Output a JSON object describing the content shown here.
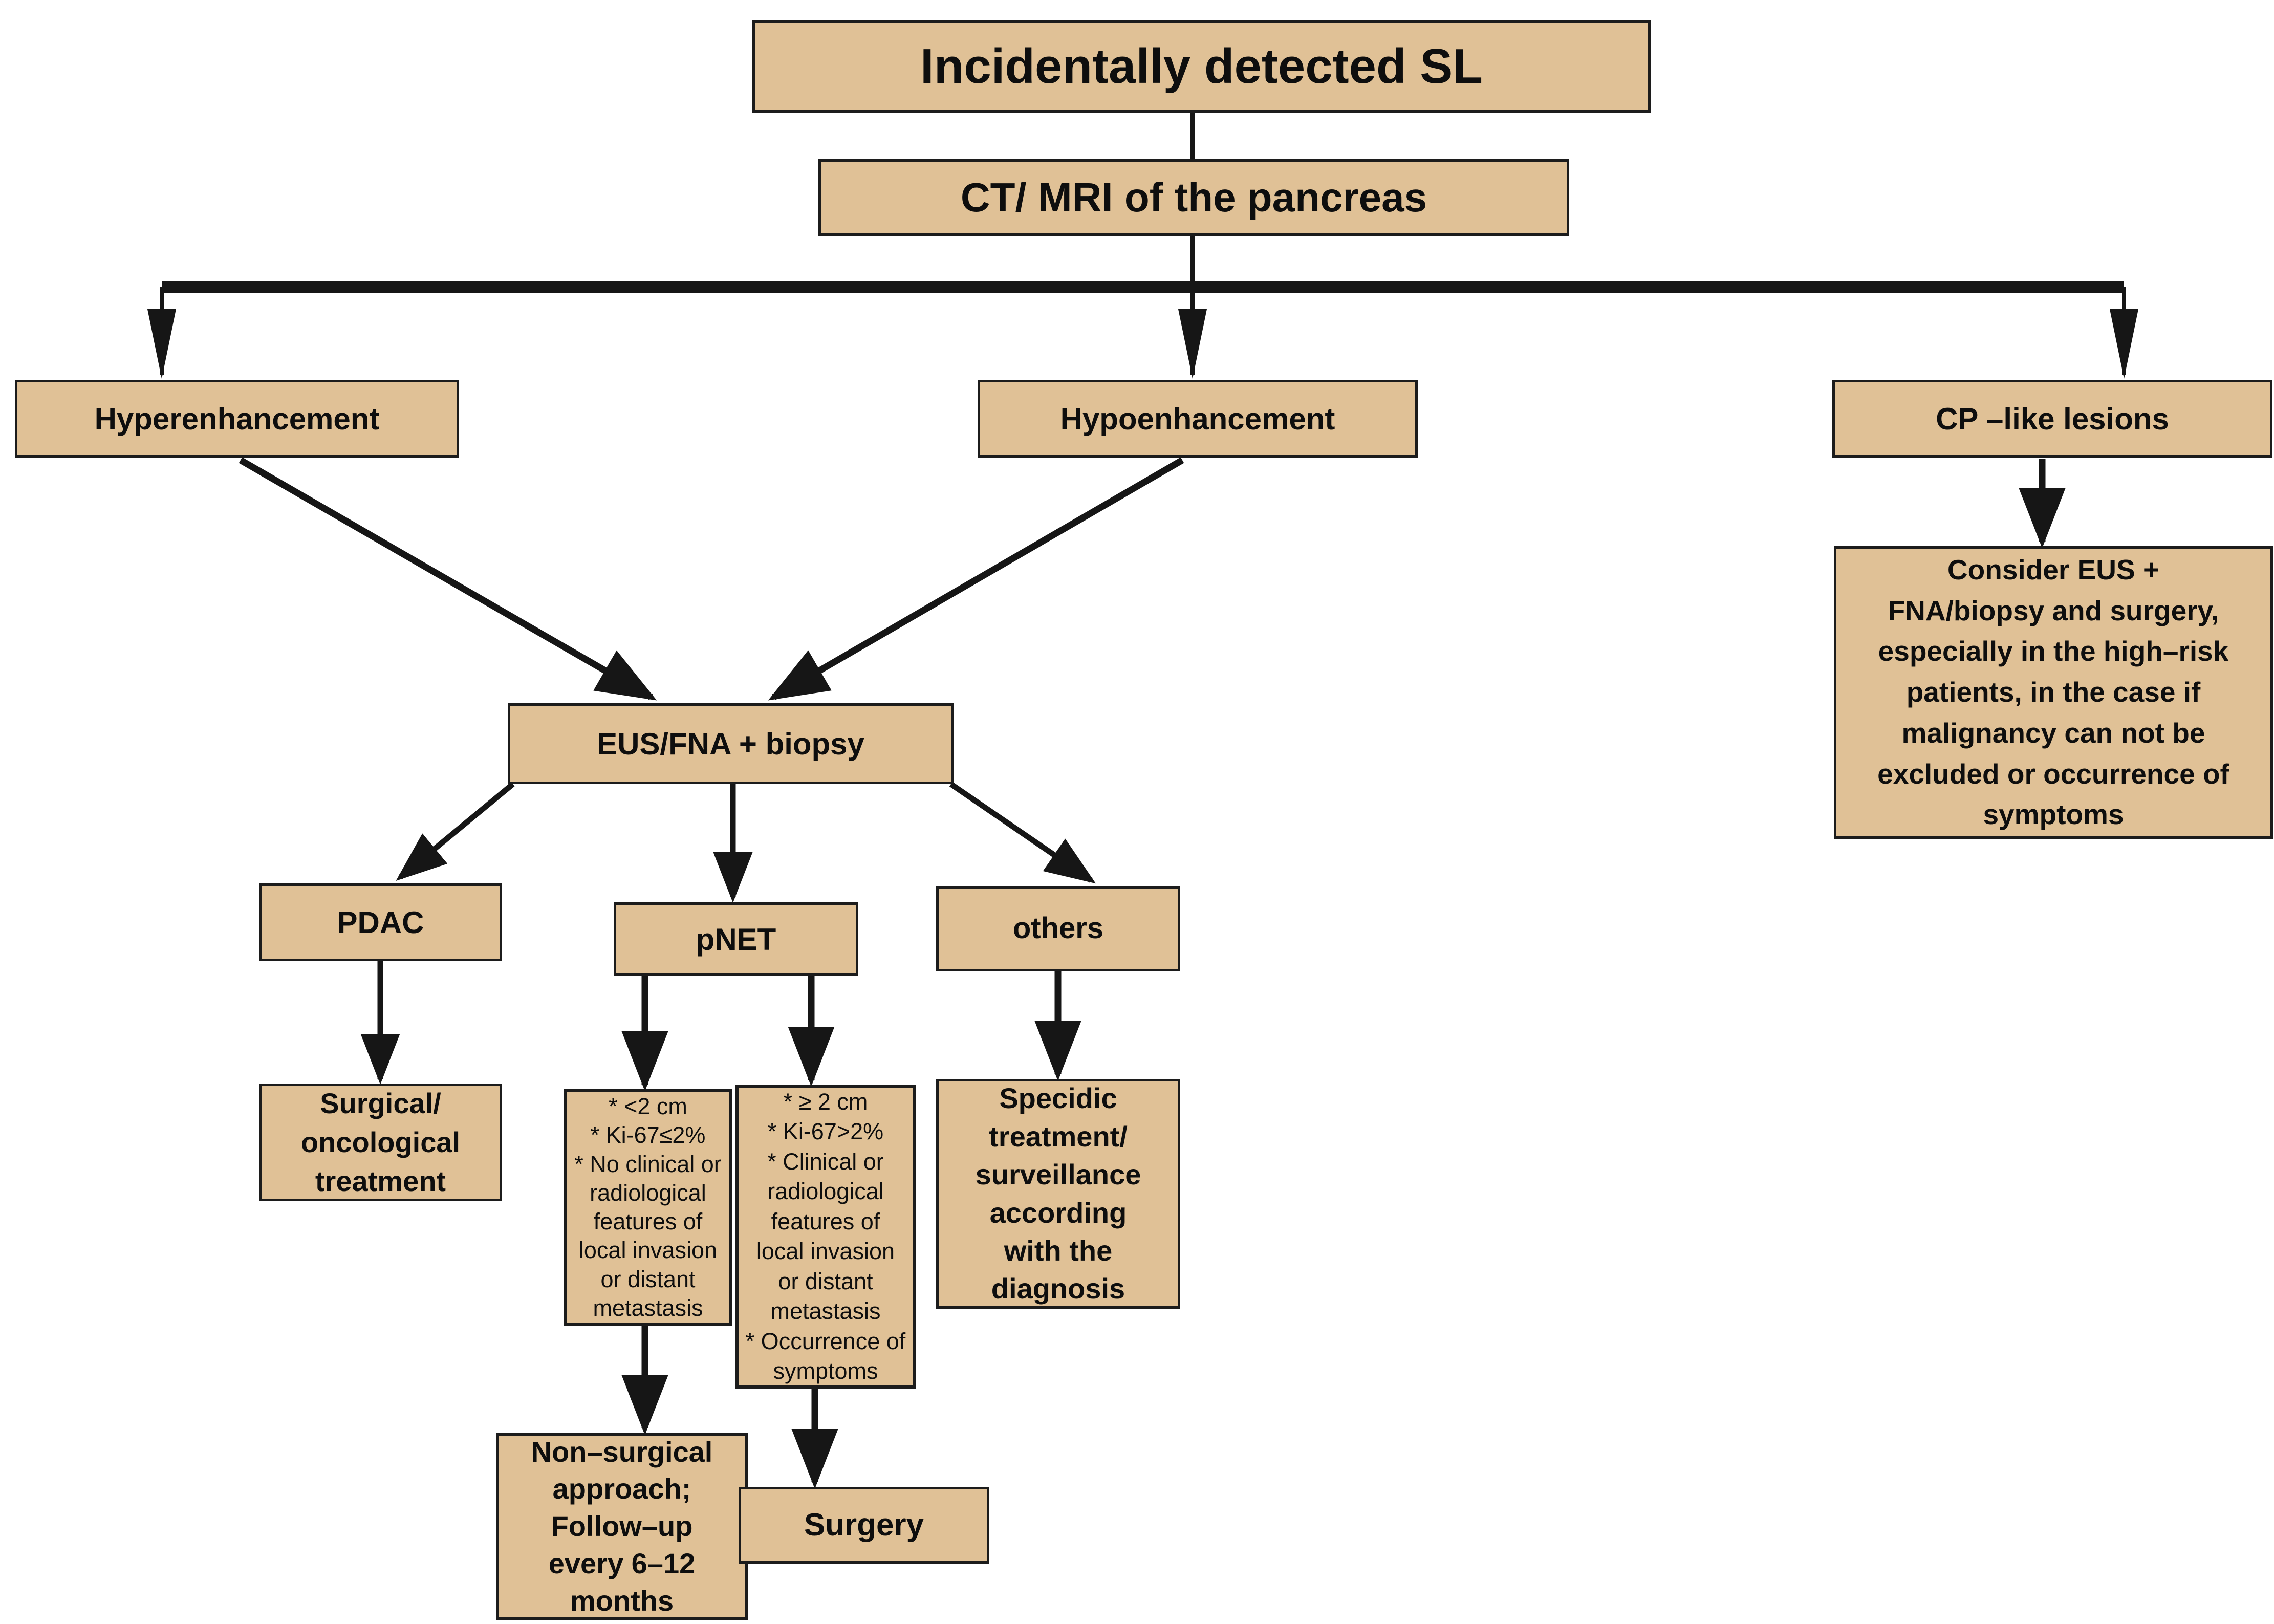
{
  "colors": {
    "box_fill": "#e0c196",
    "box_border": "#1c1c1c",
    "text": "#0e0e0e",
    "arrow": "#161616",
    "background": "#ffffff"
  },
  "nodes": {
    "incidental": {
      "label": "Incidentally detected SL"
    },
    "ct_mri": {
      "label": "CT/ MRI of the pancreas"
    },
    "hyper": {
      "label": "Hyperenhancement"
    },
    "hypo": {
      "label": "Hypoenhancement"
    },
    "cp_like": {
      "label": "CP –like lesions"
    },
    "consider": {
      "label": "Consider EUS +\nFNA/biopsy and surgery,\nespecially in the high–risk\npatients, in the case if\nmalignancy can not be\nexcluded or occurrence of\nsymptoms"
    },
    "eus_fna": {
      "label": "EUS/FNA + biopsy"
    },
    "pdac": {
      "label": "PDAC"
    },
    "pnet": {
      "label": "pNET"
    },
    "others": {
      "label": "others"
    },
    "surgical": {
      "label": "Surgical/\noncological\ntreatment"
    },
    "criteria_small": {
      "label": "* <2 cm\n* Ki-67≤2%\n* No clinical or\nradiological\nfeatures of\nlocal invasion\nor distant\nmetastasis"
    },
    "criteria_large": {
      "label": "* ≥ 2 cm\n* Ki-67>2%\n* Clinical or\nradiological\nfeatures of\nlocal invasion\nor distant\nmetastasis\n* Occurrence of\nsymptoms"
    },
    "specific": {
      "label": "Specidic\ntreatment/\nsurveillance\naccording\nwith the\ndiagnosis"
    },
    "nonsurgical": {
      "label": "Non–surgical\napproach;\nFollow–up\nevery 6–12\nmonths"
    },
    "surgery": {
      "label": "Surgery"
    }
  }
}
